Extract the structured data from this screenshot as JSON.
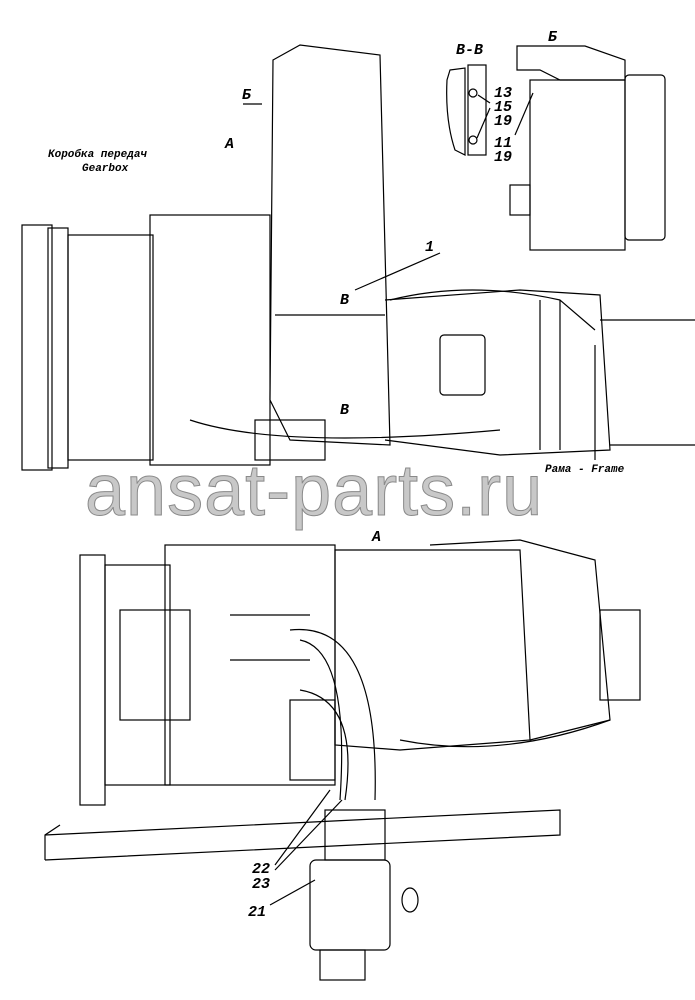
{
  "labels": {
    "view_b_top": "Б",
    "section_vv": "В-В",
    "part_13": "13",
    "part_15": "15",
    "part_19a": "19",
    "part_11": "11",
    "part_19b": "19",
    "arrow_b": "Б",
    "arrow_a": "А",
    "gearbox_ru": "Коробка передач",
    "gearbox_en": "Gearbox",
    "part_1": "1",
    "section_v_top": "В",
    "section_v_bottom": "В",
    "frame": "Рама - Frame",
    "view_a": "А",
    "part_22": "22",
    "part_23": "23",
    "part_21": "21"
  },
  "watermark": "ansat-parts.ru"
}
